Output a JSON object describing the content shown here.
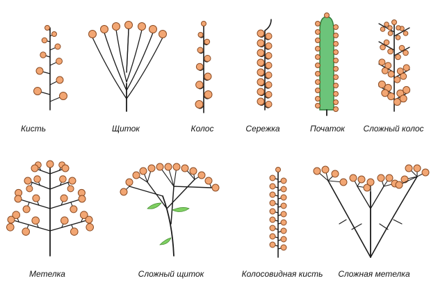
{
  "colors": {
    "flower_fill": "#f2a673",
    "flower_stroke": "#8a4a22",
    "stem": "#1a1a1a",
    "spadix_fill": "#6cc47a",
    "spadix_stroke": "#2d7a38",
    "leaf_fill": "#7fcf62"
  },
  "labels": {
    "raceme": "Кисть",
    "corymb": "Щиток",
    "spike": "Колос",
    "catkin": "Сережка",
    "spadix": "Початок",
    "compound_spike": "Сложный колос",
    "panicle": "Метелка",
    "compound_corymb": "Сложный щиток",
    "spike_raceme": "Колосовидная кисть",
    "compound_panicle": "Сложная метелка"
  }
}
